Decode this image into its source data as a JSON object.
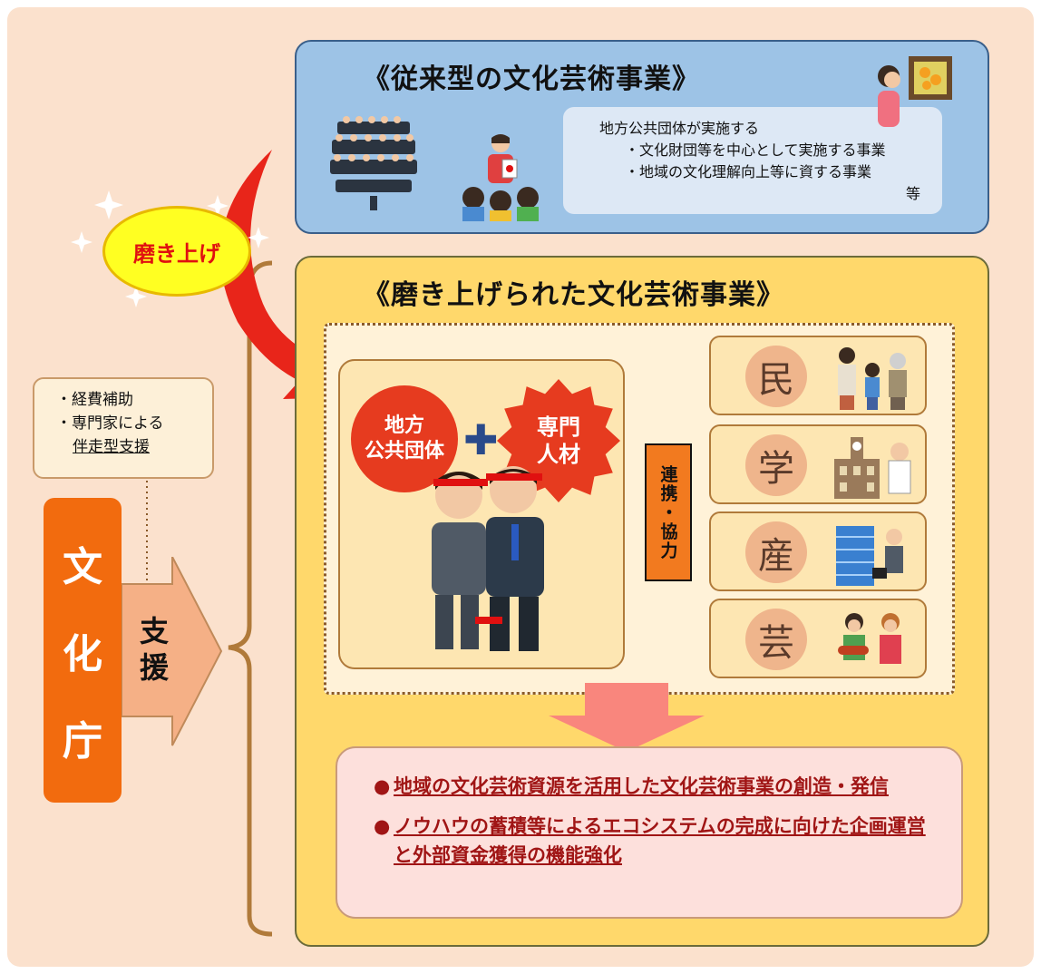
{
  "traditional": {
    "title": "《従来型の文化芸術事業》",
    "desc_line1": "地方公共団体が実施する",
    "desc_line2": "・文化財団等を中心として実施する事業",
    "desc_line3": "・地域の文化理解向上等に資する事業",
    "desc_line4": "等"
  },
  "polish_label": "磨き上げ",
  "polished": {
    "title": "《磨き上げられた文化芸術事業》",
    "gov_line1": "地方",
    "gov_line2": "公共団体",
    "plus": "✚",
    "expert_line1": "専門",
    "expert_line2": "人材",
    "cooperation": "連携・協力",
    "sectors": [
      "民",
      "学",
      "産",
      "芸"
    ],
    "results": [
      "地域の文化芸術資源を活用した文化芸術事業の創造・発信",
      "ノウハウの蓄積等によるエコシステムの完成に向けた企画運営と外部資金獲得の機能強化"
    ],
    "bullet": "●"
  },
  "support": {
    "line1": "・経費補助",
    "line2": "・専門家による",
    "line3": "伴走型支援"
  },
  "agency": [
    "文",
    "化",
    "庁"
  ],
  "support_arrow_label": "支援",
  "colors": {
    "traditional_bg": "#9dc3e6",
    "polished_bg": "#ffd86b",
    "agency": "#f26b0e",
    "accent_red": "#e63b1f",
    "result_text": "#a01515"
  }
}
